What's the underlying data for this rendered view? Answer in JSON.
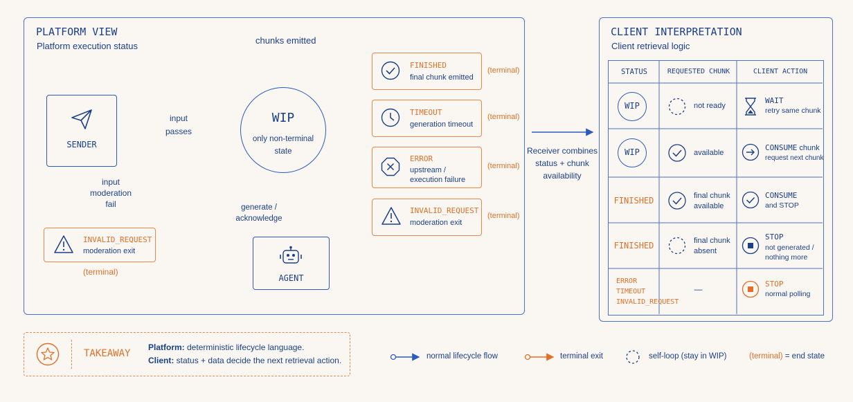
{
  "platform": {
    "title": "PLATFORM VIEW",
    "subtitle": "Platform execution status",
    "chunks_emitted": "chunks emitted",
    "sender": "SENDER",
    "input_passes_1": "input",
    "input_passes_2": "passes",
    "input_fail_1": "input",
    "input_fail_2": "moderation",
    "input_fail_3": "fail",
    "invalid_title": "INVALID_REQUEST",
    "invalid_sub": "moderation exit",
    "invalid_terminal": "(terminal)",
    "wip": "WIP",
    "wip_sub_1": "only non-terminal",
    "wip_sub_2": "state",
    "generate_1": "generate /",
    "generate_2": "acknowledge",
    "agent": "AGENT",
    "exits": [
      {
        "title": "FINISHED",
        "sub1": "final chunk emitted",
        "sub2": "",
        "terminal": "(terminal)"
      },
      {
        "title": "TIMEOUT",
        "sub1": "generation timeout",
        "sub2": "",
        "terminal": "(terminal)"
      },
      {
        "title": "ERROR",
        "sub1": "upstream /",
        "sub2": "execution failure",
        "terminal": "(terminal)"
      },
      {
        "title": "INVALID_REQUEST",
        "sub1": "moderation exit",
        "sub2": "",
        "terminal": "(terminal)"
      }
    ]
  },
  "middle": {
    "line1": "Receiver combines",
    "line2": "status + chunk",
    "line3": "availability"
  },
  "client": {
    "title": "CLIENT INTERPRETATION",
    "subtitle": "Client retrieval logic",
    "headers": [
      "STATUS",
      "REQUESTED CHUNK",
      "CLIENT ACTION"
    ],
    "rows": [
      {
        "status": "WIP",
        "chunk1": "not ready",
        "chunk2": "",
        "action_title": "WAIT",
        "action_tail": "",
        "action_sub1": "retry same chunk",
        "action_sub2": ""
      },
      {
        "status": "WIP",
        "chunk1": "available",
        "chunk2": "",
        "action_title": "CONSUME",
        "action_tail": " chunk",
        "action_sub1": "request next chunk",
        "action_sub2": ""
      },
      {
        "status": "FINISHED",
        "chunk1": "final chunk",
        "chunk2": "available",
        "action_title": "CONSUME",
        "action_tail": "",
        "action_sub1": "and STOP",
        "action_sub2": ""
      },
      {
        "status": "FINISHED",
        "chunk1": "final chunk",
        "chunk2": "absent",
        "action_title": "STOP",
        "action_tail": "",
        "action_sub1": "not generated /",
        "action_sub2": "nothing more"
      },
      {
        "status1": "ERROR",
        "status2": "TIMEOUT",
        "status3": "INVALID_REQUEST",
        "chunk1": "—",
        "action_title": "STOP",
        "action_sub1": "normal polling"
      }
    ]
  },
  "takeaway": {
    "label": "TAKEAWAY",
    "line1_bold": "Platform:",
    "line1_rest": " deterministic lifecycle language.",
    "line2_bold": "Client:",
    "line2_rest": " status + data decide the next retrieval action."
  },
  "legend": {
    "normal": "normal lifecycle flow",
    "terminal": "terminal exit",
    "selfloop": "self-loop (stay in WIP)",
    "end_term": "(terminal)",
    "end_rest": "= end state"
  },
  "colors": {
    "blue": "#2a5bbd",
    "navy": "#1b3f8a",
    "orange": "#e07028",
    "background": "#faf7f2"
  }
}
